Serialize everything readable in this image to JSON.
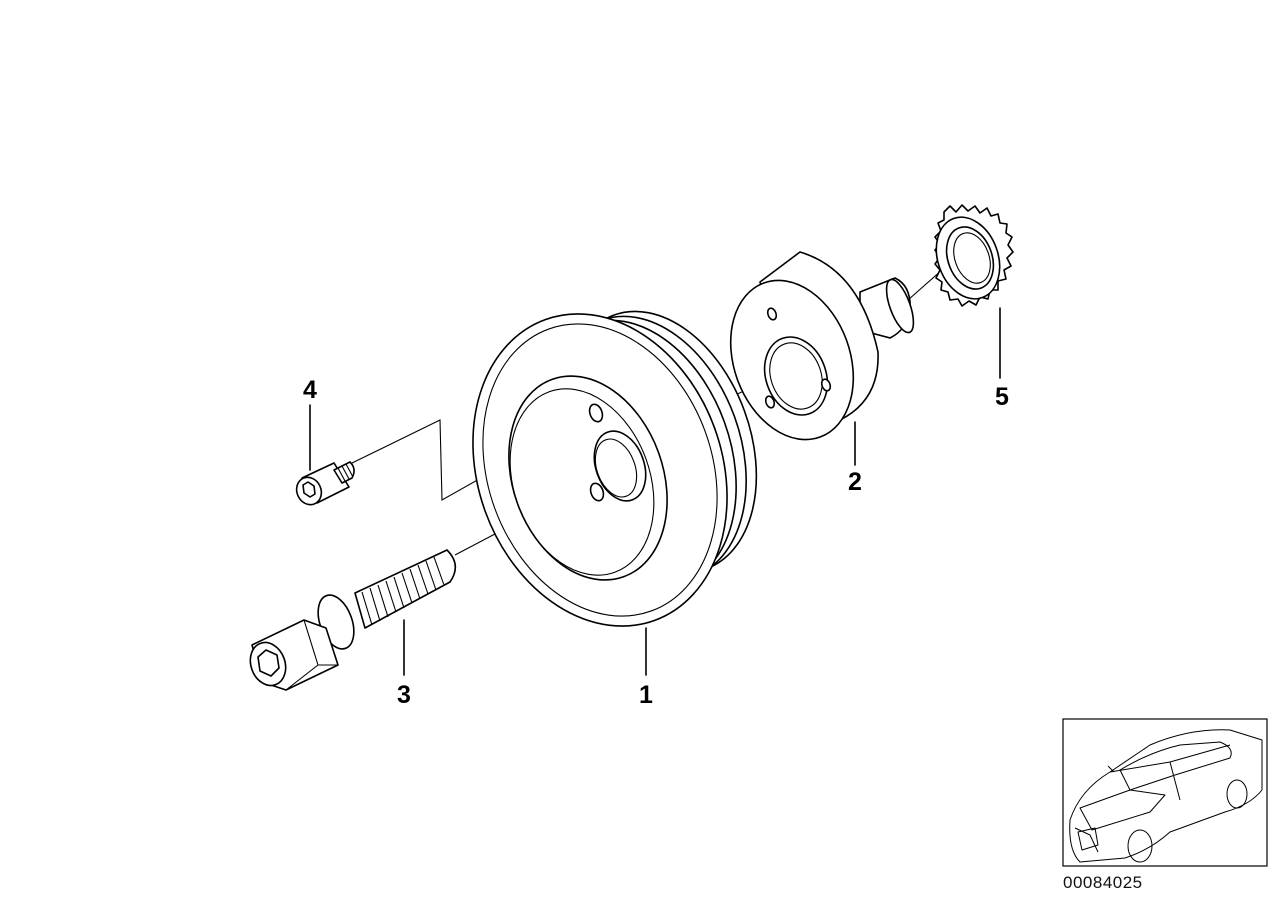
{
  "callouts": {
    "part_1": "1",
    "part_2": "2",
    "part_3": "3",
    "part_4": "4",
    "part_5": "5"
  },
  "document_number": "00084025"
}
